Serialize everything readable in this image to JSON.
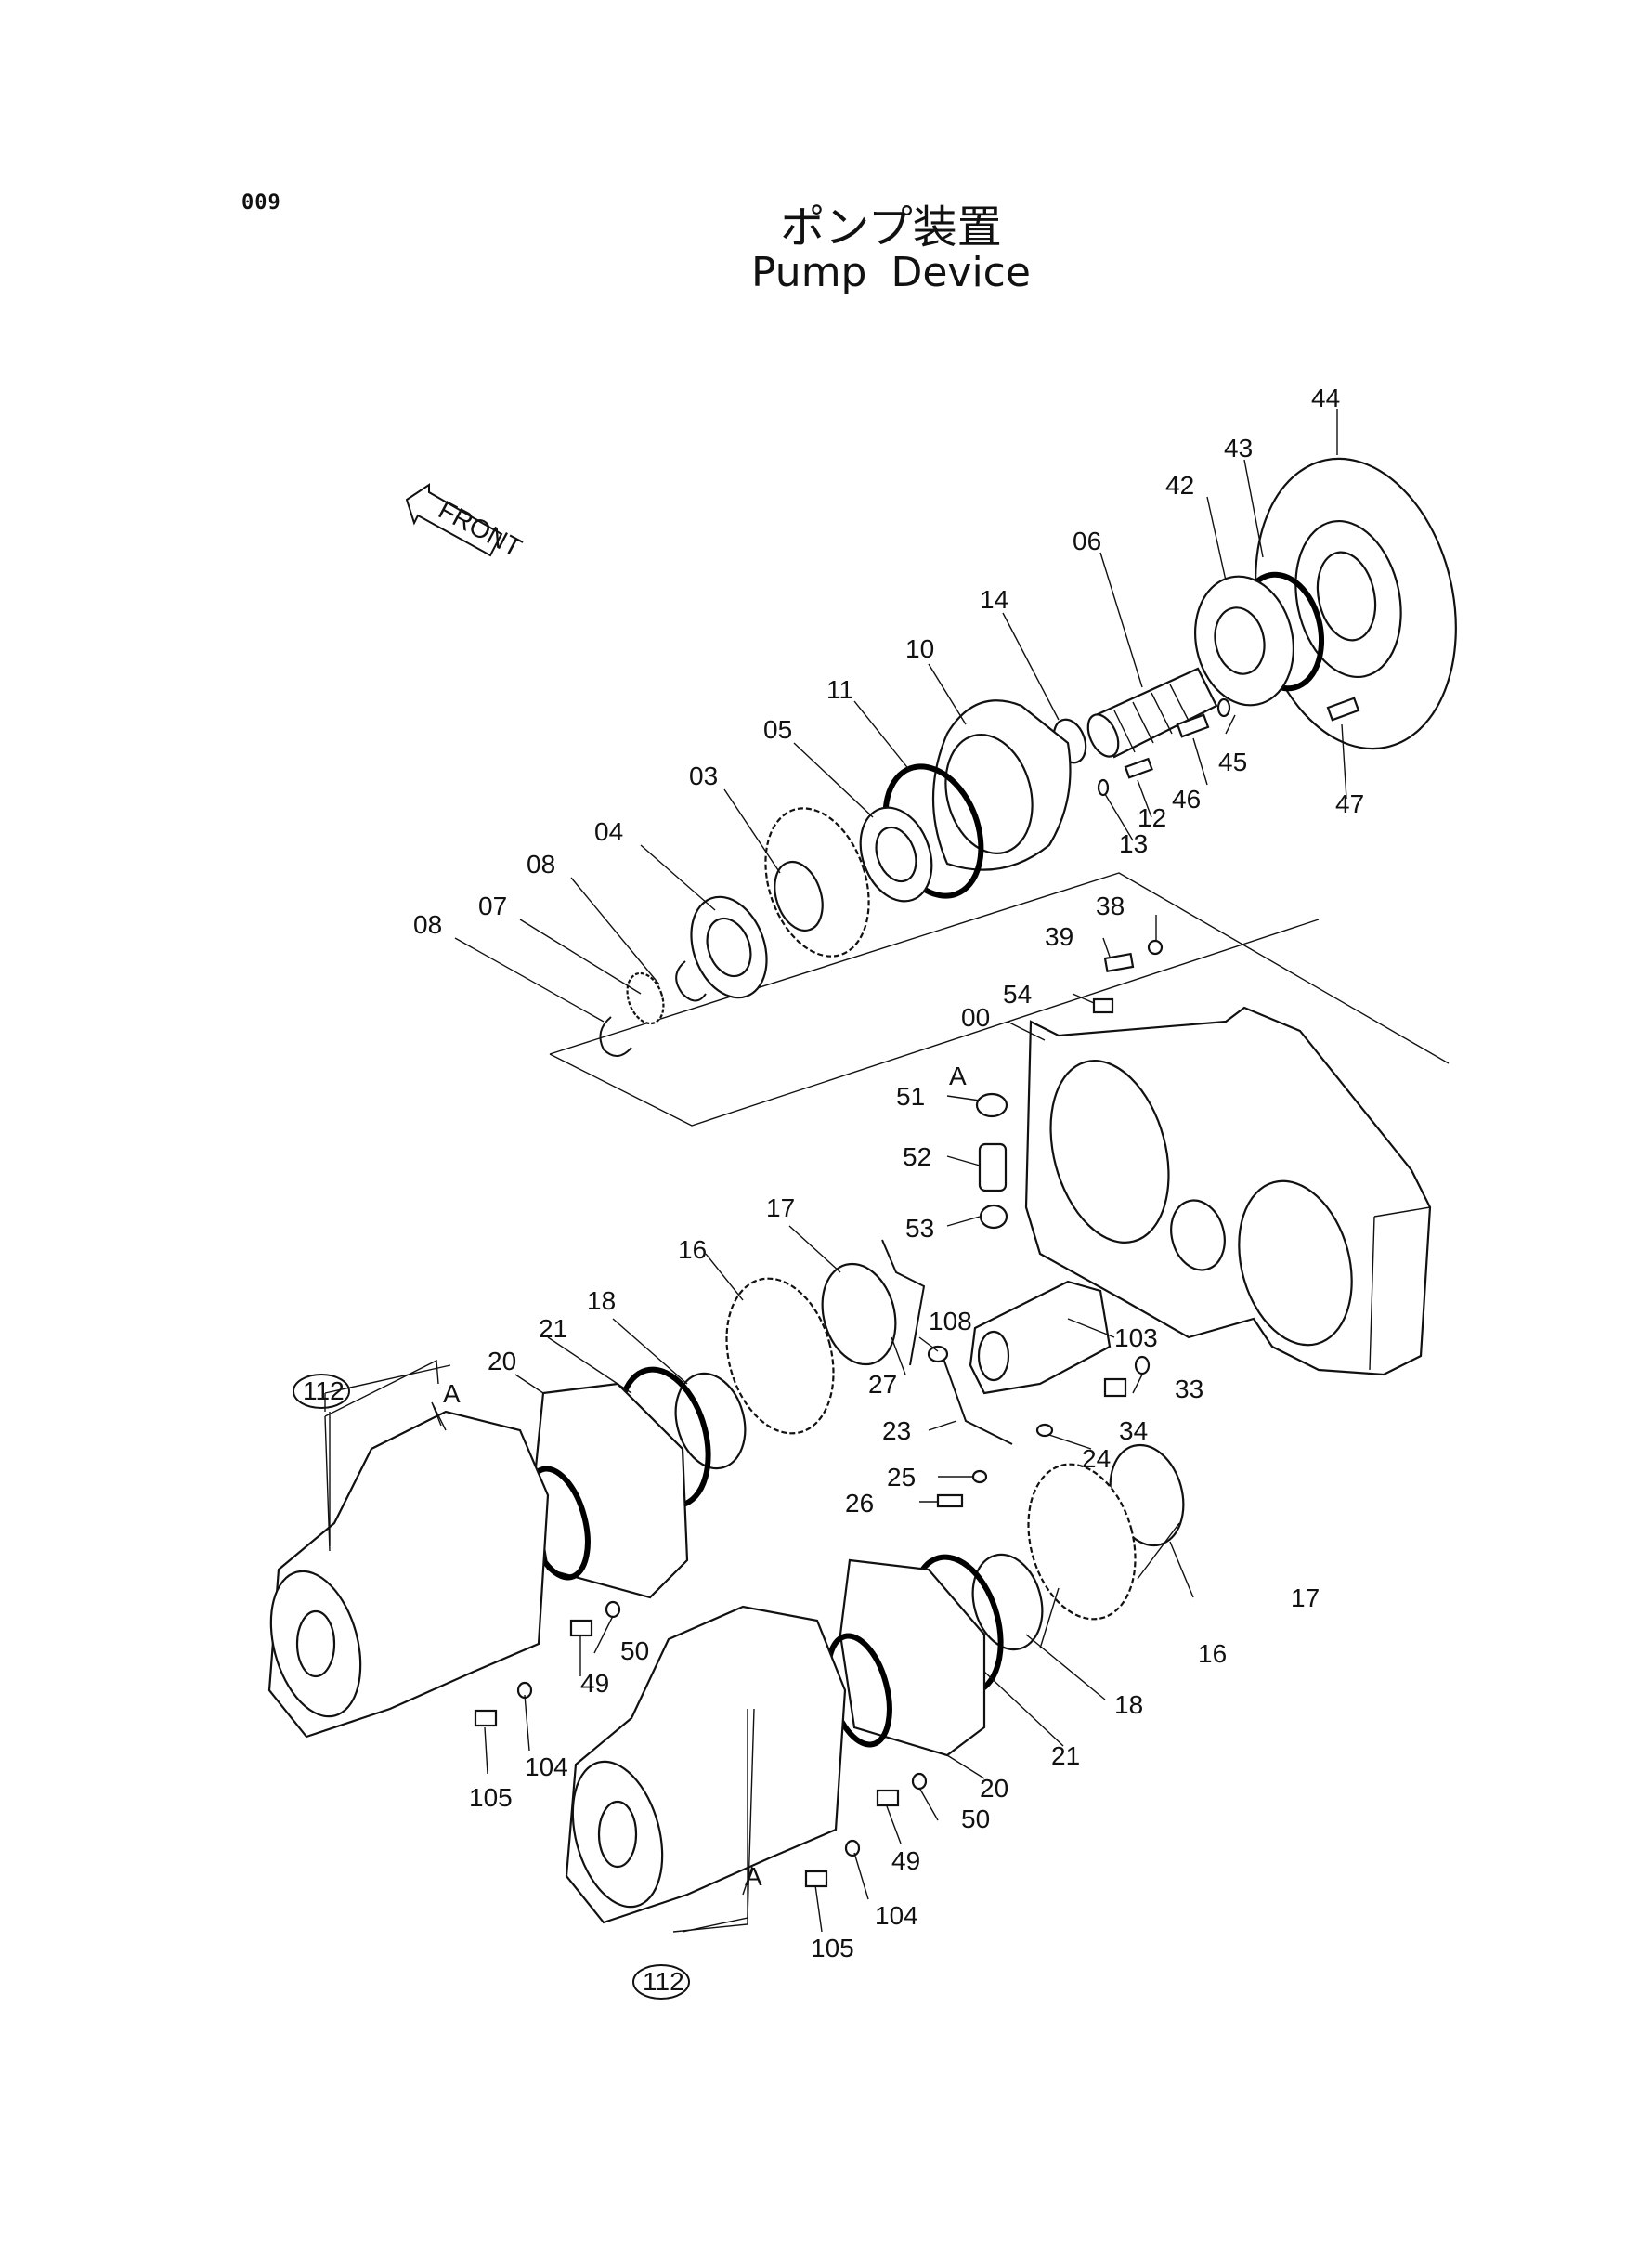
{
  "page_number": "009",
  "title_jp": "ポンプ装置",
  "title_en": "Pump Device",
  "front_label": "FRONT",
  "labels": {
    "p44": "44",
    "p43": "43",
    "p42": "42",
    "p06": "06",
    "p14": "14",
    "p10": "10",
    "p11": "11",
    "p05": "05",
    "p03": "03",
    "p04": "04",
    "p08a": "08",
    "p07": "07",
    "p08b": "08",
    "p45": "45",
    "p46": "46",
    "p47": "47",
    "p12": "12",
    "p13": "13",
    "p38": "38",
    "p39": "39",
    "p54": "54",
    "p00": "00",
    "p51": "51",
    "pA1": "A",
    "p52": "52",
    "p53": "53",
    "p17a": "17",
    "p16a": "16",
    "p18a": "18",
    "p21a": "21",
    "p20a": "20",
    "p108": "108",
    "p27": "27",
    "p103": "103",
    "p23": "23",
    "p33": "33",
    "p24": "24",
    "p34": "34",
    "p25": "25",
    "p26": "26",
    "p112a": "112",
    "pA2": "A",
    "p17b": "17",
    "p16b": "16",
    "p18b": "18",
    "p21b": "21",
    "p20b": "20",
    "p50a": "50",
    "p49a": "49",
    "p104a": "104",
    "p105a": "105",
    "p50b": "50",
    "p49b": "49",
    "p104b": "104",
    "p105b": "105",
    "pA3": "A",
    "p112b": "112"
  }
}
